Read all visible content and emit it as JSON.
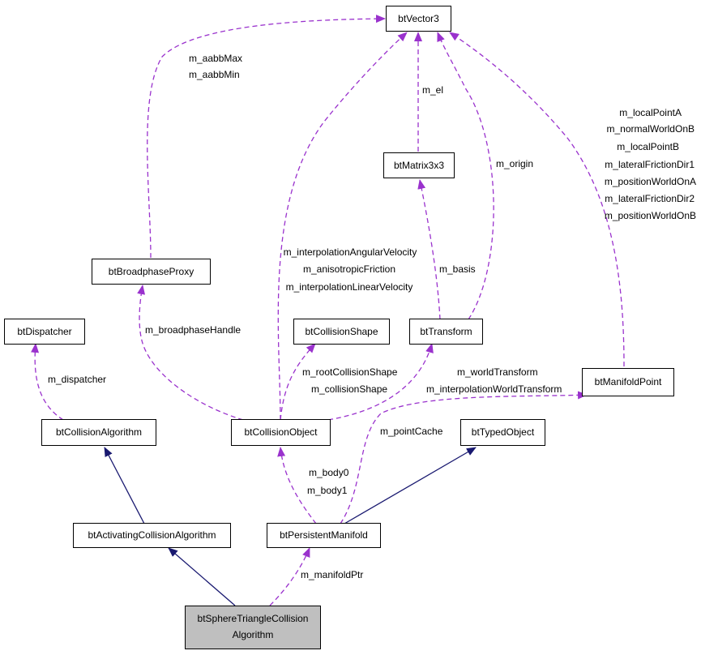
{
  "colors": {
    "usage_edge": "#9a32cd",
    "inheritance_edge": "#191970",
    "node_fill": "#ffffff",
    "highlight_fill": "#bfbfbf",
    "node_stroke": "#000000"
  },
  "nodes": {
    "btVector3": "btVector3",
    "btMatrix3x3": "btMatrix3x3",
    "btBroadphaseProxy": "btBroadphaseProxy",
    "btDispatcher": "btDispatcher",
    "btCollisionShape": "btCollisionShape",
    "btTransform": "btTransform",
    "btManifoldPoint": "btManifoldPoint",
    "btCollisionAlgorithm": "btCollisionAlgorithm",
    "btCollisionObject": "btCollisionObject",
    "btTypedObject": "btTypedObject",
    "btActivatingCollisionAlgorithm": "btActivatingCollisionAlgorithm",
    "btPersistentManifold": "btPersistentManifold",
    "btSphereTriangleCollisionAlgorithm": [
      "btSphereTriangleCollision",
      "Algorithm"
    ]
  },
  "edge_labels": {
    "aabb": [
      "m_aabbMax",
      "m_aabbMin"
    ],
    "m_el": [
      "m_el"
    ],
    "m_origin": [
      "m_origin"
    ],
    "manifold_point_vectors": [
      "m_localPointA",
      "m_normalWorldOnB",
      "m_localPointB",
      "m_lateralFrictionDir1",
      "m_positionWorldOnA",
      "m_lateralFrictionDir2",
      "m_positionWorldOnB"
    ],
    "collision_object_vectors": [
      "m_interpolationAngularVelocity",
      "m_anisotropicFriction",
      "m_interpolationLinearVelocity"
    ],
    "m_basis": [
      "m_basis"
    ],
    "m_broadphaseHandle": [
      "m_broadphaseHandle"
    ],
    "m_dispatcher": [
      "m_dispatcher"
    ],
    "shapes": [
      "m_rootCollisionShape",
      "m_collisionShape"
    ],
    "transforms": [
      "m_worldTransform",
      "m_interpolationWorldTransform"
    ],
    "m_pointCache": [
      "m_pointCache"
    ],
    "bodies": [
      "m_body0",
      "m_body1"
    ],
    "m_manifoldPtr": [
      "m_manifoldPtr"
    ]
  }
}
